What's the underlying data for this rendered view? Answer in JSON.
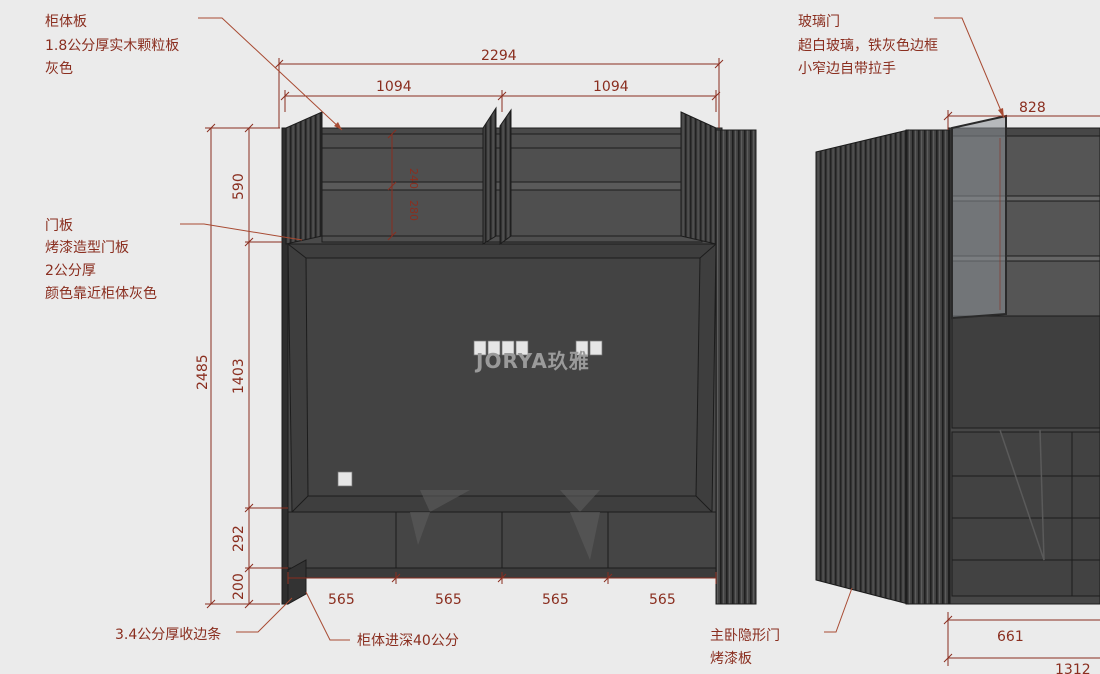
{
  "annotations": {
    "cabinet_panel": {
      "title": "柜体板",
      "line1": "1.8公分厚实木颗粒板",
      "line2": "灰色"
    },
    "door_panel": {
      "title": "门板",
      "line1": "烤漆造型门板",
      "line2": "2公分厚",
      "line3": "颜色靠近柜体灰色"
    },
    "glass_door": {
      "title": "玻璃门",
      "line1": "超白玻璃，铁灰色边框",
      "line2": "小窄边自带拉手"
    },
    "edge_strip": {
      "title": "3.4公分厚收边条"
    },
    "cabinet_depth": {
      "title": "柜体进深40公分"
    },
    "hidden_door": {
      "title": "主卧隐形门",
      "line1": "烤漆板"
    }
  },
  "dimensions": {
    "total_width": "2294",
    "half_left": "1094",
    "half_right": "1094",
    "top_height": "590",
    "total_height": "2485",
    "middle_height": "1403",
    "drawer_height": "292",
    "base_height": "200",
    "drawer_widths": [
      "565",
      "565",
      "565",
      "565"
    ],
    "right_top_width": "828",
    "right_bottom_width": "661",
    "right_bottom_total": "1312",
    "shelf_a": "240",
    "shelf_b": "280"
  },
  "watermark": "JORYA玖雅",
  "colors": {
    "annotation": "#8a2e1f",
    "cabinet_dark": "#3a3a3a",
    "cabinet_mid": "#4a4a4a",
    "background": "#ebebeb"
  }
}
